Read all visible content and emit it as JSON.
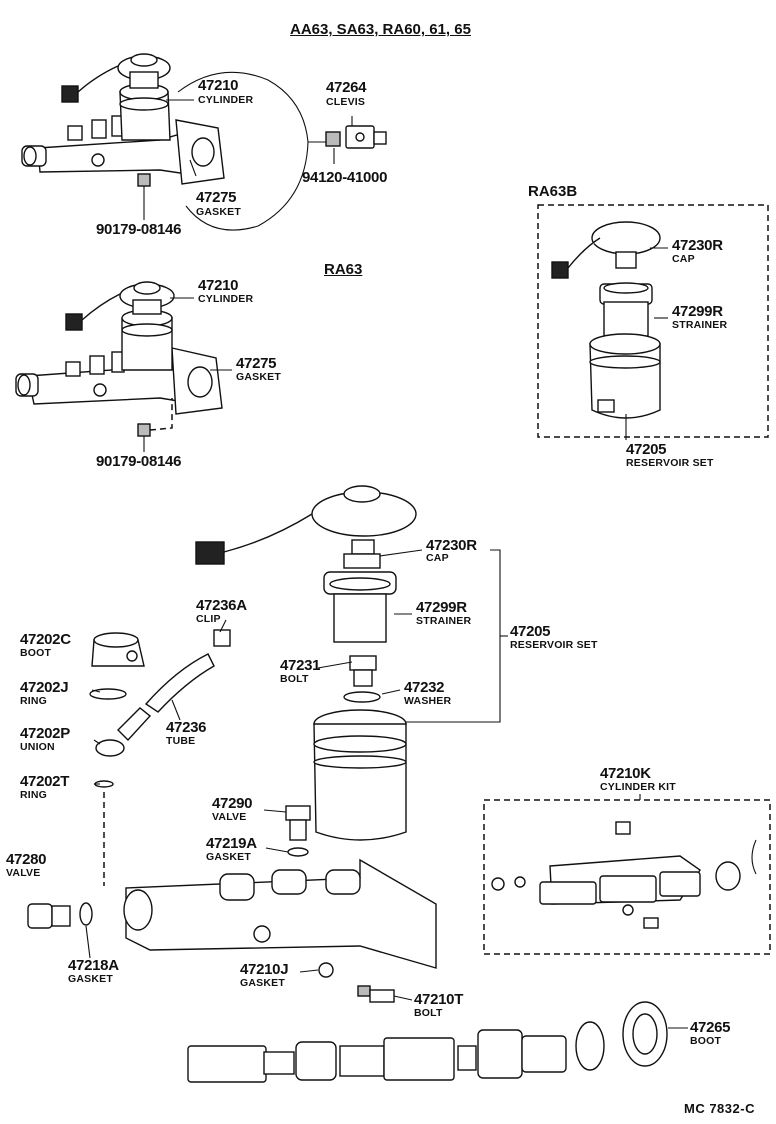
{
  "headers": {
    "top_models": "AA63, SA63, RA60, 61, 65",
    "ra63": "RA63",
    "ra63b": "RA63B"
  },
  "labels": {
    "cyl_top_pn": "47210",
    "cyl_top_nm": "CYLINDER",
    "gasket_top_pn": "47275",
    "gasket_top_nm": "GASKET",
    "clevis_pn": "47264",
    "clevis_nm": "CLEVIS",
    "pin_pn": "94120-41000",
    "nut_top_pn": "90179-08146",
    "cyl_mid_pn": "47210",
    "cyl_mid_nm": "CYLINDER",
    "gasket_mid_pn": "47275",
    "gasket_mid_nm": "GASKET",
    "nut_mid_pn": "90179-08146",
    "cap_b_pn": "47230R",
    "cap_b_nm": "CAP",
    "strainer_b_pn": "47299R",
    "strainer_b_nm": "STRAINER",
    "res_b_pn": "47205",
    "res_b_nm": "RESERVOIR SET",
    "cap_pn": "47230R",
    "cap_nm": "CAP",
    "strainer_pn": "47299R",
    "strainer_nm": "STRAINER",
    "res_pn": "47205",
    "res_nm": "RESERVOIR SET",
    "clip_pn": "47236A",
    "clip_nm": "CLIP",
    "boot_c_pn": "47202C",
    "boot_c_nm": "BOOT",
    "ring_j_pn": "47202J",
    "ring_j_nm": "RING",
    "union_pn": "47202P",
    "union_nm": "UNION",
    "tube_pn": "47236",
    "tube_nm": "TUBE",
    "bolt231_pn": "47231",
    "bolt231_nm": "BOLT",
    "washer_pn": "47232",
    "washer_nm": "WASHER",
    "ring_t_pn": "47202T",
    "ring_t_nm": "RING",
    "valve290_pn": "47290",
    "valve290_nm": "VALVE",
    "gasket219_pn": "47219A",
    "gasket219_nm": "GASKET",
    "valve280_pn": "47280",
    "valve280_nm": "VALVE",
    "gasket218_pn": "47218A",
    "gasket218_nm": "GASKET",
    "kit_pn": "47210K",
    "kit_nm": "CYLINDER KIT",
    "gasket210j_pn": "47210J",
    "gasket210j_nm": "GASKET",
    "bolt210t_pn": "47210T",
    "bolt210t_nm": "BOLT",
    "boot265_pn": "47265",
    "boot265_nm": "BOOT"
  },
  "footer": {
    "code": "MC  7832-C"
  }
}
